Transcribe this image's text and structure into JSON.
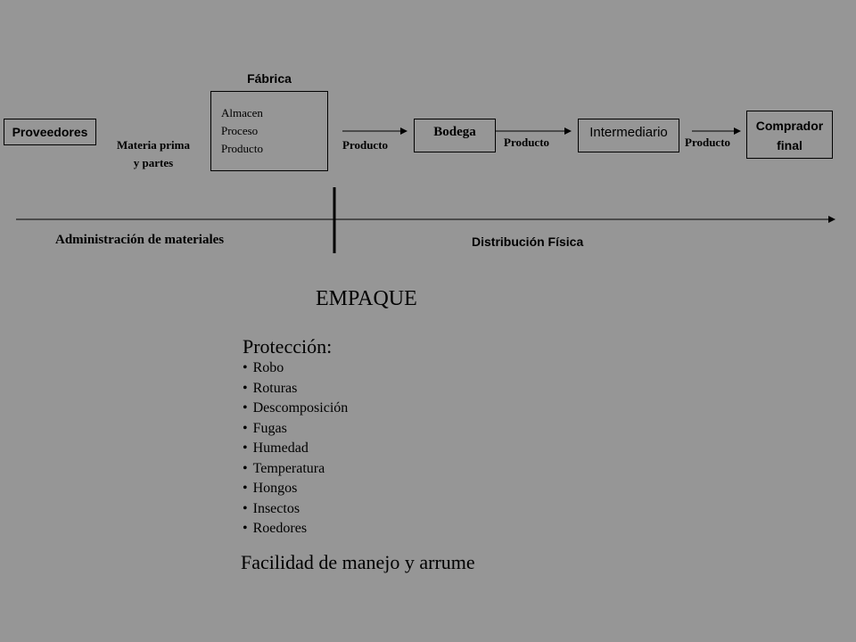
{
  "supply_chain": {
    "proveedores": "Proveedores",
    "materia_prima_line1": "Materia prima",
    "materia_prima_line2": "y partes",
    "fabrica_title": "Fábrica",
    "fabrica_items": [
      "Almacen",
      "Proceso",
      "Producto"
    ],
    "producto_label": "Producto",
    "bodega": "Bodega",
    "intermediario": "Intermediario",
    "comprador_line1": "Comprador",
    "comprador_line2": "final"
  },
  "timeline": {
    "left_label": "Administración de materiales",
    "right_label": "Distribución Física"
  },
  "empaque": {
    "title": "EMPAQUE",
    "proteccion_heading": "Protección:",
    "proteccion_items": [
      "Robo",
      "Roturas",
      "Descomposición",
      "Fugas",
      "Humedad",
      "Temperatura",
      "Hongos",
      "Insectos",
      "Roedores"
    ],
    "facilidad": "Facilidad de manejo y arrume"
  },
  "colors": {
    "background": "#969696",
    "line": "#000000"
  }
}
